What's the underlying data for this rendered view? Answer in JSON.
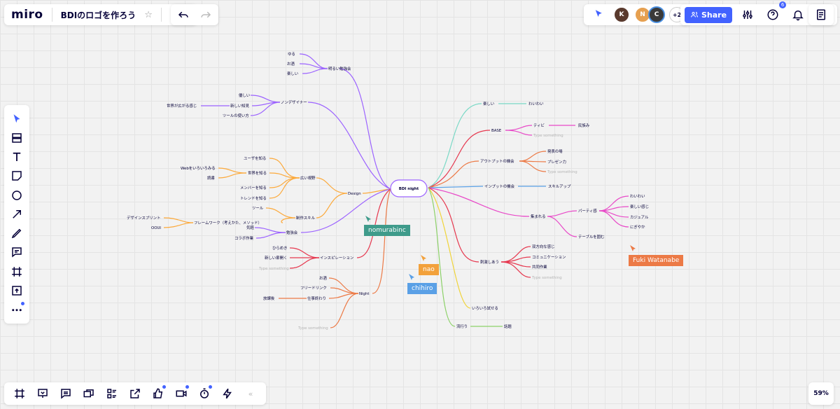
{
  "app": {
    "logo": "miro",
    "board_title": "BDIのロゴを作ろう"
  },
  "collaborators": {
    "avatars": [
      "K",
      "N",
      "C"
    ],
    "more": "+2"
  },
  "share": {
    "label": "Share",
    "help_badge": "6"
  },
  "zoom": {
    "level": "59%"
  },
  "colors": {
    "accent": "#4262ff",
    "purple": "#9c63ff",
    "orange": "#fca93a",
    "red": "#e6384f",
    "green_teal": "#7ad9c6",
    "pink": "#e84ac8",
    "blue": "#5aa0e6",
    "yellow": "#f0d43a",
    "lime": "#8cd168"
  },
  "mindmap": {
    "root": "BDI night",
    "left": {
      "meet": {
        "label": "明るい勉強会",
        "children": [
          "ゆる",
          "お酒",
          "楽しい"
        ]
      },
      "nondesigner": {
        "label": "ノンデザイナー",
        "children": [
          "優しい",
          "新しい知見",
          "ツールの使い方"
        ],
        "sub": "世界が広がる感じ"
      },
      "design": {
        "label": "Design",
        "wide": {
          "label": "広い視野",
          "children": [
            "ユーザを知る",
            "世界を知る",
            "メンバーを知る",
            "トレンドを知る"
          ],
          "web": "Webをいろいろみる",
          "read": "読書"
        },
        "skill": {
          "label": "制作スキル",
          "children": [
            "ツール",
            "フレームワーク（考えかた、メソッド）"
          ],
          "fw_children": [
            "デザインスプリント",
            "OOUI"
          ]
        },
        "study": {
          "label": "勉強会",
          "children": [
            "気軽",
            "コラボ作業"
          ]
        }
      },
      "inspiration": {
        "label": "インスピレーション",
        "children": [
          "ひらめき",
          "新しい扉開く",
          "Type something"
        ]
      },
      "night": {
        "label": "Night",
        "children": [
          "お酒",
          "フリードリンク",
          "仕事終わり",
          "Type something"
        ],
        "after": "放課後"
      }
    },
    "right": {
      "fun": {
        "label": "楽しい",
        "child": "わいわい"
      },
      "base": {
        "label": "BASE",
        "children": [
          "ティビ",
          "Type something"
        ],
        "tv_child": "民族み"
      },
      "output": {
        "label": "アウトプットの機会",
        "children": [
          "発表の場",
          "プレゼン力",
          "Type something"
        ]
      },
      "input": {
        "label": "インプットの機会",
        "child": "スキルアップ"
      },
      "gather": {
        "label": "集まれる",
        "party": "パーティ感",
        "party_children": [
          "わいわい",
          "楽しい感じ",
          "カジュアル",
          "にぎやか"
        ],
        "table": "テーブルを囲む"
      },
      "stimulate": {
        "label": "刺激しあう",
        "children": [
          "双方向な感じ",
          "コミュニケーション",
          "共同作業",
          "Type something"
        ]
      },
      "try": {
        "label": "いろいろ試せる"
      },
      "trend": {
        "label": "流行り",
        "child": "話題"
      }
    }
  },
  "cursors": [
    {
      "name": "nomurabinc",
      "color": "#3f9b8b"
    },
    {
      "name": "nao",
      "color": "#f2a13b"
    },
    {
      "name": "chihiro",
      "color": "#5aa0e6"
    },
    {
      "name": "Fuki Watanabe",
      "color": "#ec7a46"
    }
  ]
}
